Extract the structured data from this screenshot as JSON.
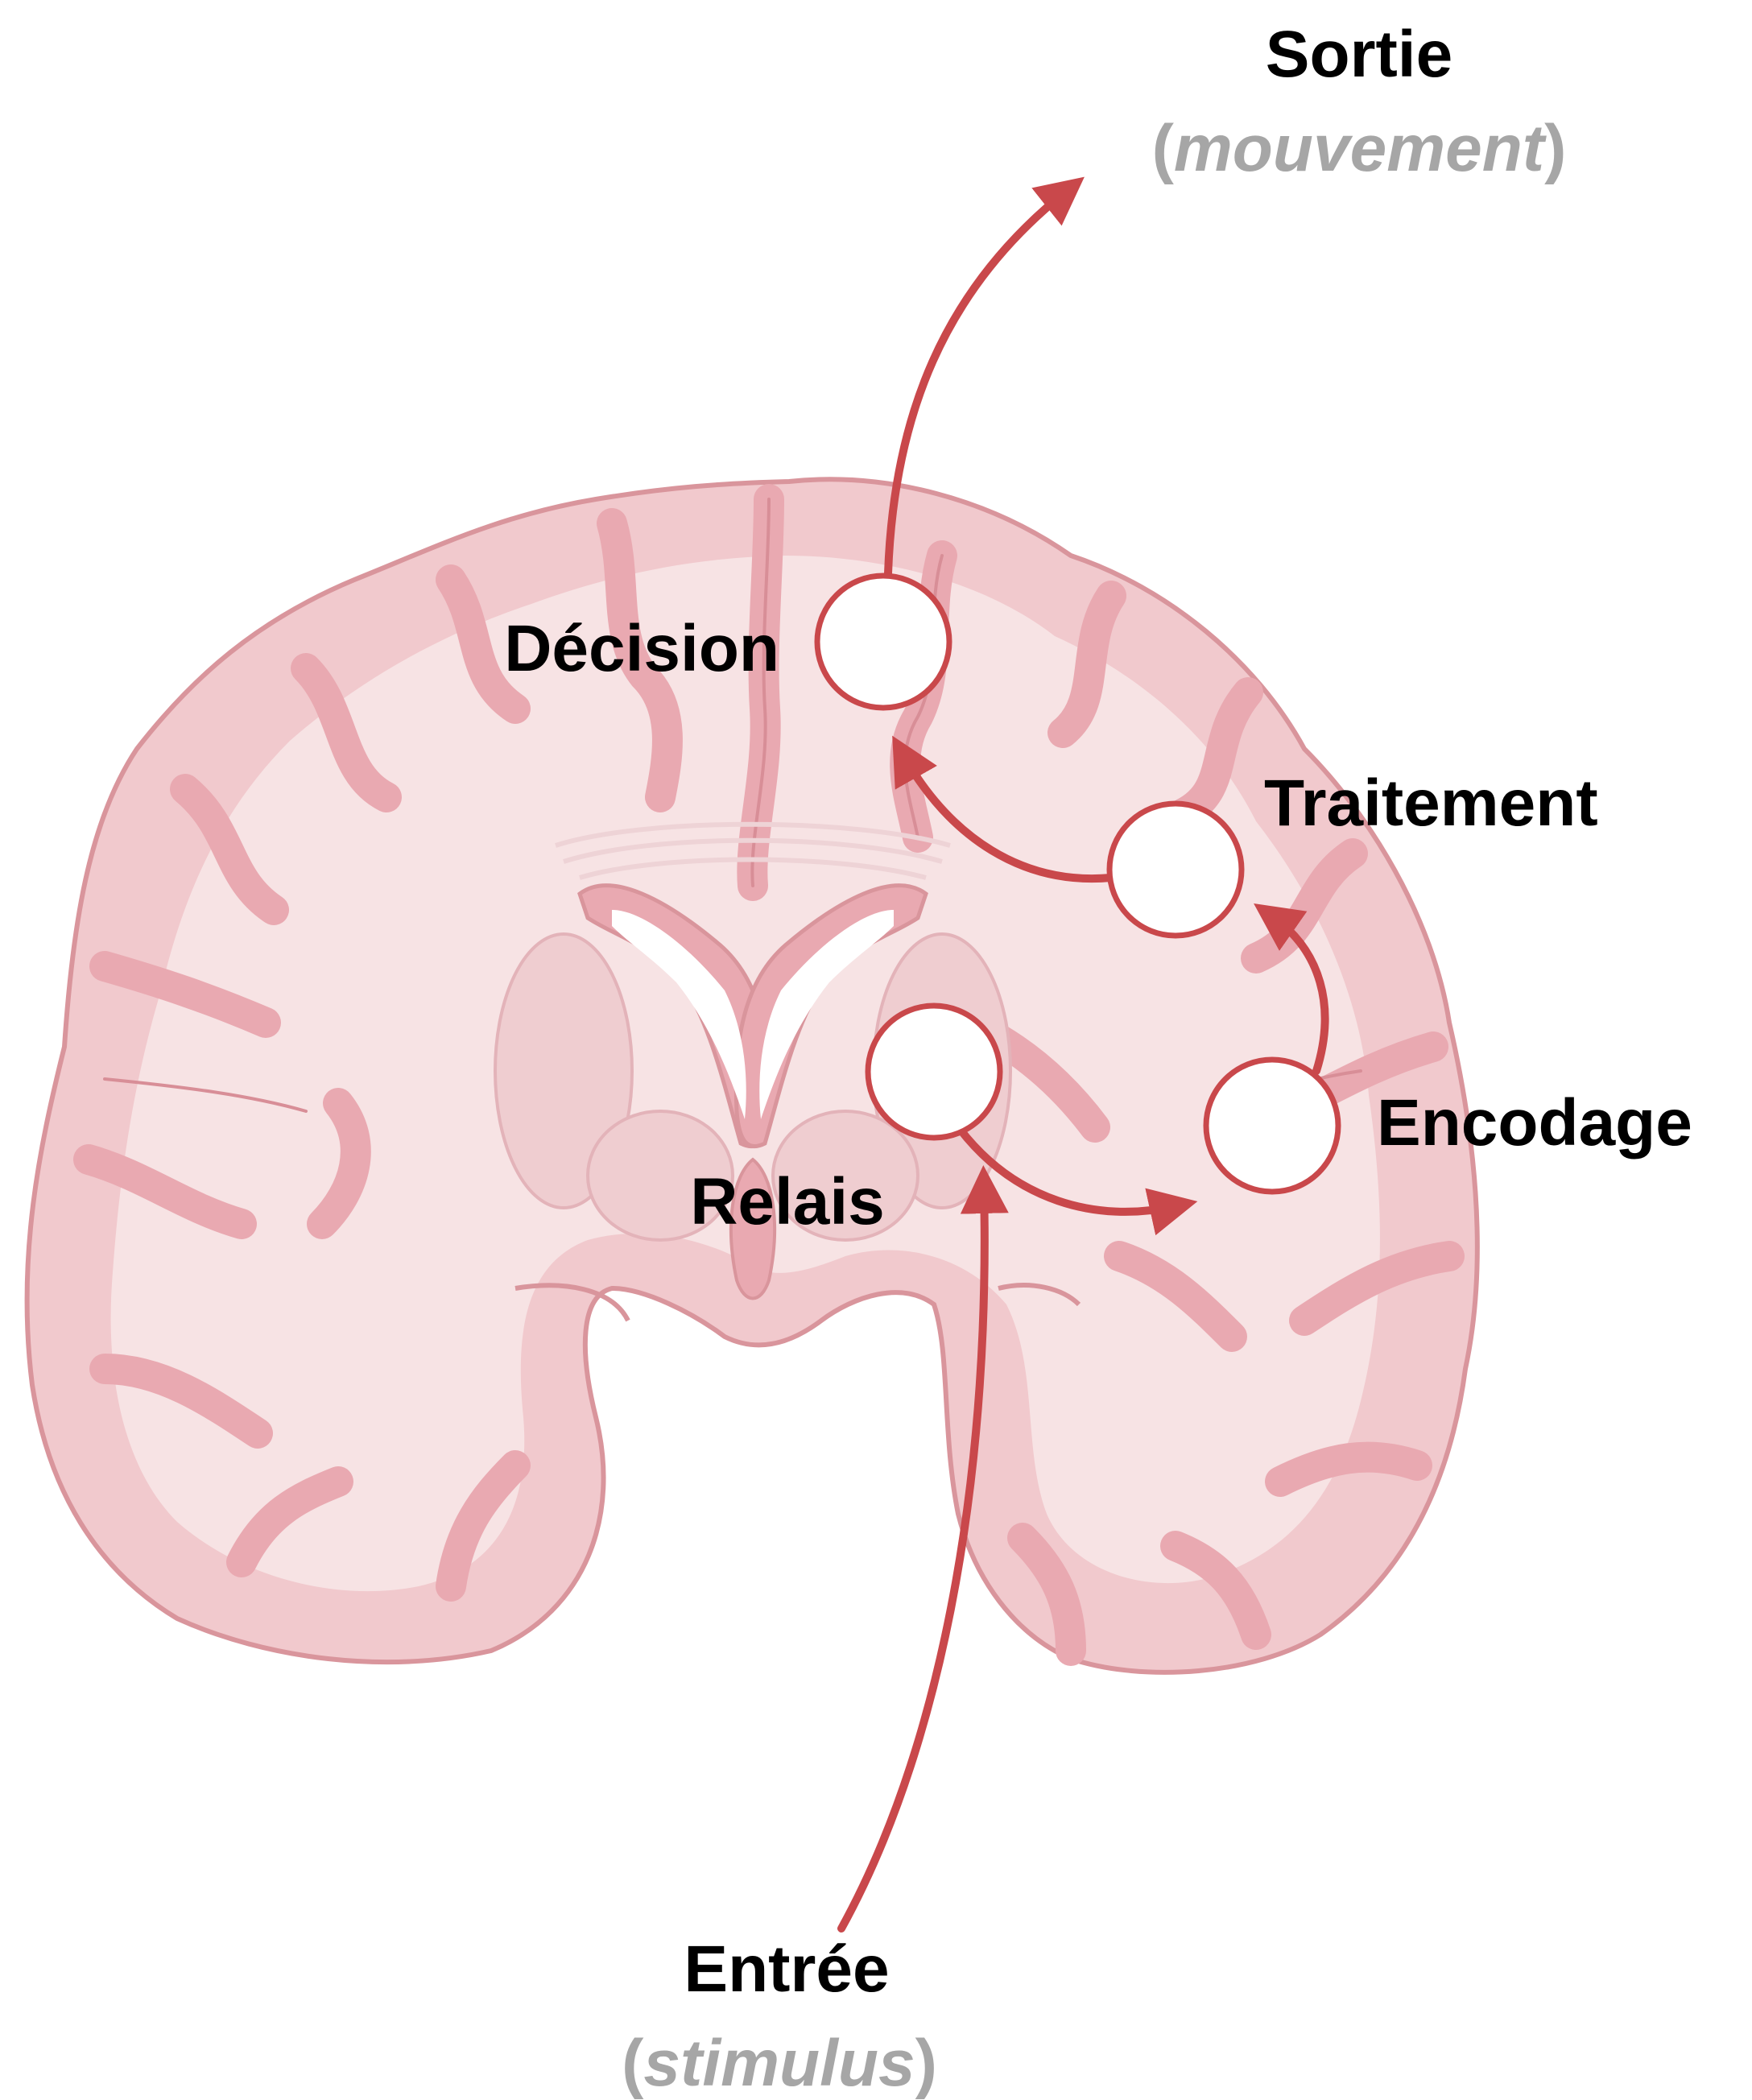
{
  "colors": {
    "arrow": "#c9484b",
    "brain_fill": "#f1c9cd",
    "brain_outline": "#d9959c",
    "white_matter": "#f7e3e4",
    "grey_matter": "#e9a9b1",
    "node_fill": "#ffffff",
    "main_text": "#000000",
    "sub_text": "#a6a6a6"
  },
  "labels": {
    "output": {
      "title": "Sortie",
      "open_paren": "(",
      "subtitle": "mouvement",
      "close_paren": ")"
    },
    "input": {
      "title": "Entrée",
      "open_paren": "(",
      "subtitle": "stimulus",
      "close_paren": ")"
    },
    "decision": "Décision",
    "processing": "Traitement",
    "encoding": "Encodage",
    "relay": "Relais"
  },
  "illustration": {
    "subject": "coronal-brain-section-icon"
  }
}
